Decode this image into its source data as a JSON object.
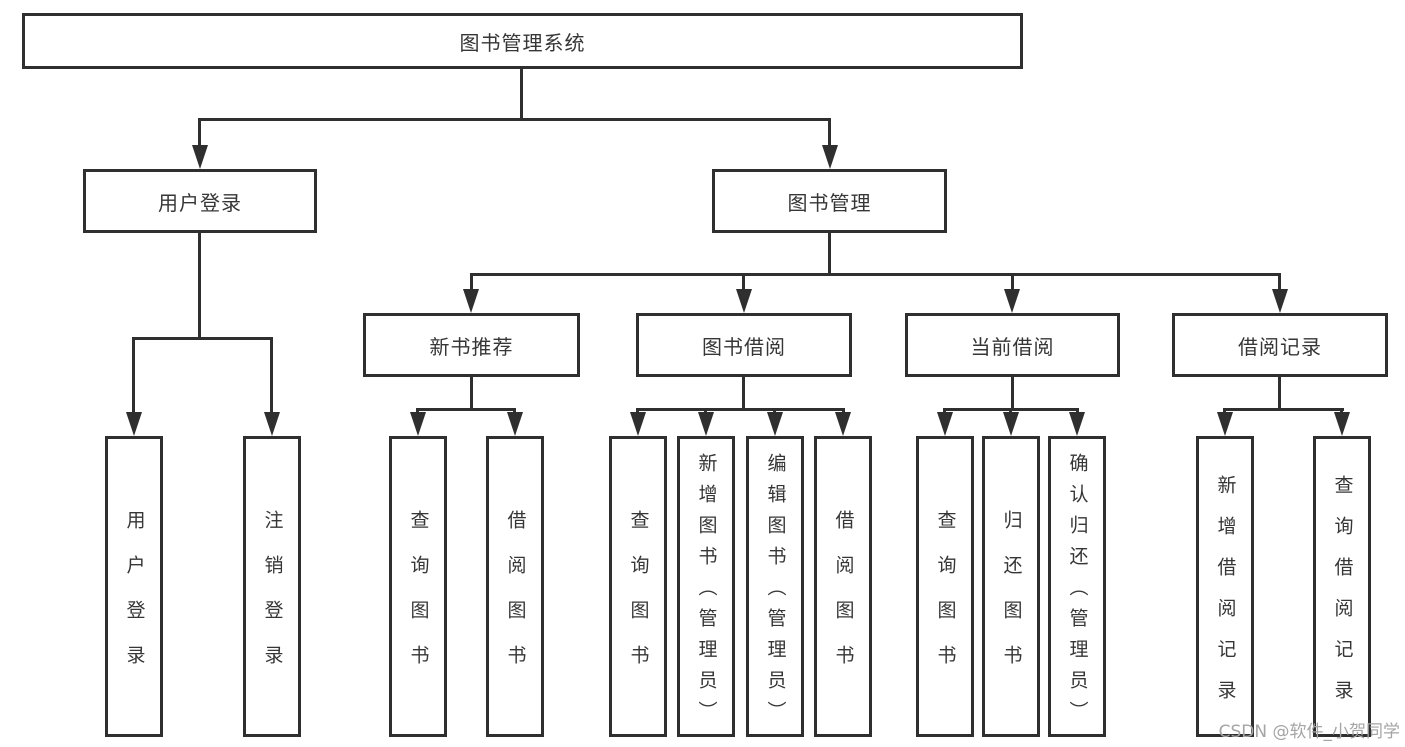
{
  "tree": {
    "root": {
      "label": "图书管理系统"
    },
    "level2": [
      {
        "label": "用户登录"
      },
      {
        "label": "图书管理"
      }
    ],
    "level3": [
      {
        "label": "新书推荐",
        "parent": "图书管理"
      },
      {
        "label": "图书借阅",
        "parent": "图书管理"
      },
      {
        "label": "当前借阅",
        "parent": "图书管理"
      },
      {
        "label": "借阅记录",
        "parent": "图书管理"
      }
    ],
    "leaves": [
      {
        "label": "用户登录",
        "parent": "用户登录"
      },
      {
        "label": "注销登录",
        "parent": "用户登录"
      },
      {
        "label": "查询图书",
        "parent": "新书推荐"
      },
      {
        "label": "借阅图书",
        "parent": "新书推荐"
      },
      {
        "label": "查询图书",
        "parent": "图书借阅"
      },
      {
        "label": "新增图书（管理员）",
        "parent": "图书借阅"
      },
      {
        "label": "编辑图书（管理员）",
        "parent": "图书借阅"
      },
      {
        "label": "借阅图书",
        "parent": "图书借阅"
      },
      {
        "label": "查询图书",
        "parent": "当前借阅"
      },
      {
        "label": "归还图书",
        "parent": "当前借阅"
      },
      {
        "label": "确认归还（管理员）",
        "parent": "当前借阅"
      },
      {
        "label": "新增借阅记录",
        "parent": "借阅记录"
      },
      {
        "label": "查询借阅记录",
        "parent": "借阅记录"
      }
    ]
  },
  "watermark": {
    "text": "CSDN @软件_小贺同学"
  },
  "colors": {
    "line": "#2f2f2f",
    "box_border": "#2f2f2f",
    "text": "#363636",
    "watermark": "#a5a5a5",
    "background": "#ffffff"
  }
}
